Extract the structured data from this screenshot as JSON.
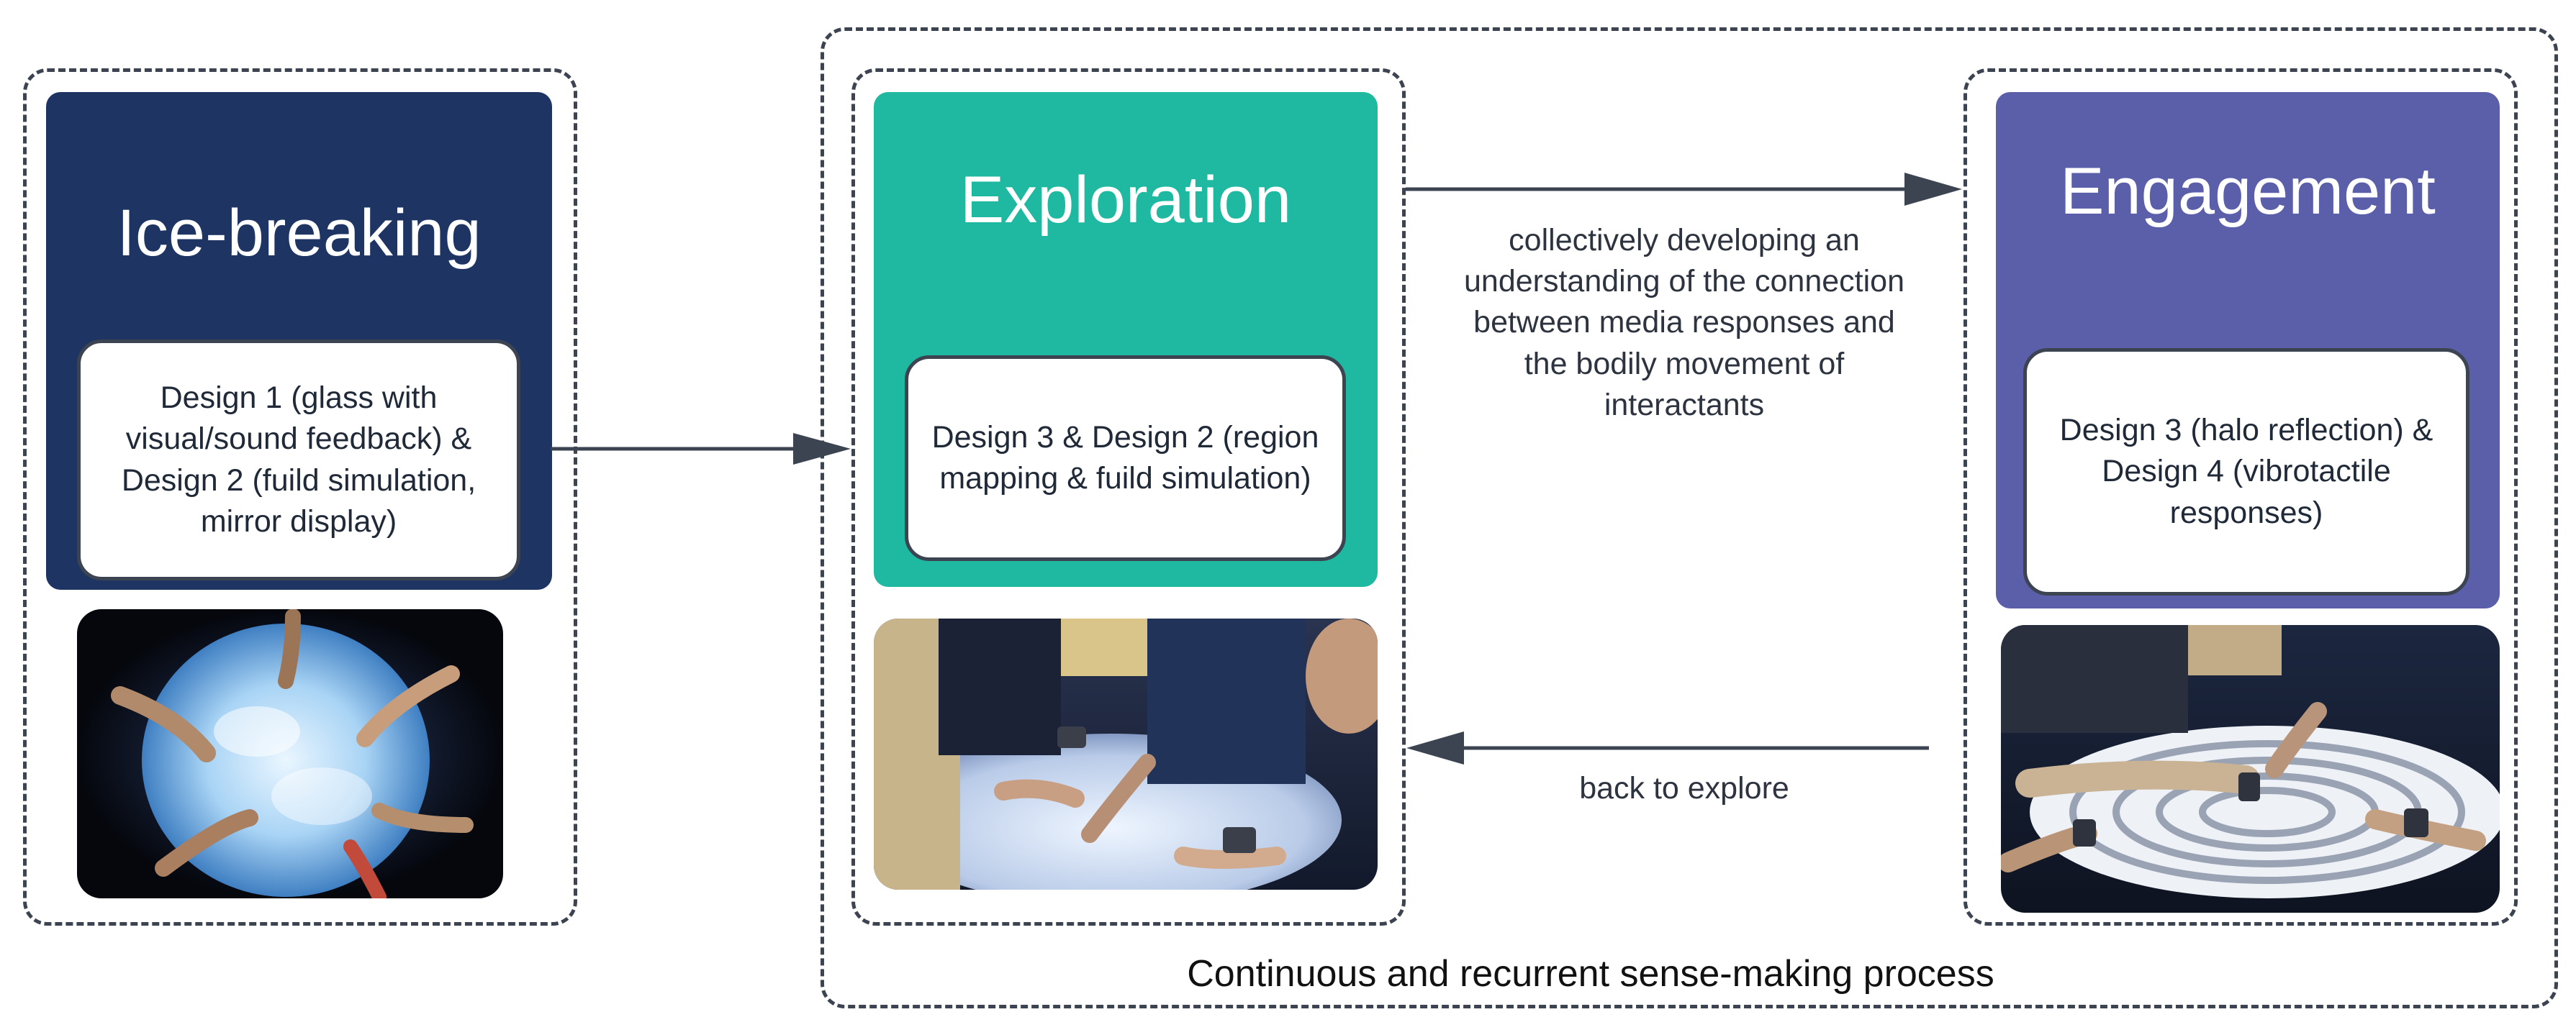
{
  "stages": {
    "icebreaking": {
      "title": "Ice-breaking",
      "card": "Design 1 (glass with visual/sound feedback) & Design 2 (fuild simulation, mirror display)",
      "color": "#1e3563"
    },
    "exploration": {
      "title": "Exploration",
      "card": "Design 3 & Design 2 (region mapping & fuild simulation)",
      "color": "#1eb9a0"
    },
    "engagement": {
      "title": "Engagement",
      "card": "Design 3 (halo reflection) & Design 4 (vibrotactile responses)",
      "color": "#5b5ea8"
    }
  },
  "arrows": {
    "forward_label": "collectively developing an understanding of the connection between media responses and the bodily movement of interactants",
    "back_label": "back to explore"
  },
  "process_label": "Continuous and recurrent sense-making process",
  "photos": {
    "icebreaking": "hands-on-glowing-table-photo",
    "exploration": "group-at-fluid-table-photo",
    "engagement": "arm-on-halo-ripple-table-photo"
  }
}
